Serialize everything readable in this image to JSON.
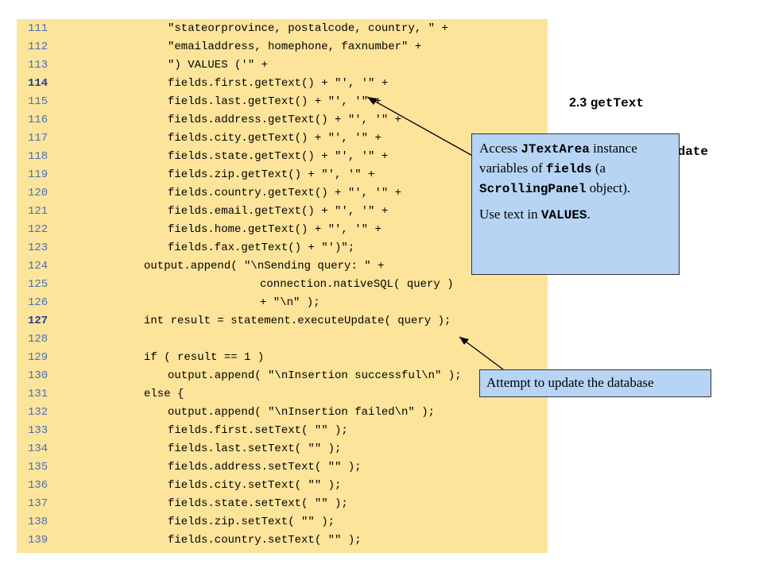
{
  "code_lines": [
    {
      "num": "111",
      "text": "\"stateorprovince, postalcode, country, \" +",
      "bold": false
    },
    {
      "num": "112",
      "text": "\"emailaddress, homephone, faxnumber\" +",
      "bold": false
    },
    {
      "num": "113",
      "text": "\") VALUES ('\" +",
      "bold": false
    },
    {
      "num": "114",
      "text": "fields.first.getText() + \"', '\" +",
      "bold": true
    },
    {
      "num": "115",
      "text": "fields.last.getText() + \"', '\" +",
      "bold": false
    },
    {
      "num": "116",
      "text": "fields.address.getText() + \"', '\" +",
      "bold": false
    },
    {
      "num": "117",
      "text": "fields.city.getText() + \"', '\" +",
      "bold": false
    },
    {
      "num": "118",
      "text": "fields.state.getText() + \"', '\" +",
      "bold": false
    },
    {
      "num": "119",
      "text": "fields.zip.getText() + \"', '\" +",
      "bold": false
    },
    {
      "num": "120",
      "text": "fields.country.getText() + \"', '\" +",
      "bold": false
    },
    {
      "num": "121",
      "text": "fields.email.getText() + \"', '\" +",
      "bold": false
    },
    {
      "num": "122",
      "text": "fields.home.getText() + \"', '\" +",
      "bold": false
    },
    {
      "num": "123",
      "text": "fields.fax.getText() + \"')\";",
      "bold": false
    },
    {
      "num": "124",
      "text": "output.append( \"\\nSending query: \" +",
      "bold": false
    },
    {
      "num": "125",
      "text": "connection.nativeSQL( query )",
      "bold": false
    },
    {
      "num": "126",
      "text": "+ \"\\n\" );",
      "bold": false
    },
    {
      "num": "127",
      "text": "int result = statement.executeUpdate( query );",
      "bold": true
    },
    {
      "num": "128",
      "text": "",
      "bold": false
    },
    {
      "num": "129",
      "text": "if ( result == 1 )",
      "bold": false
    },
    {
      "num": "130",
      "text": "output.append( \"\\nInsertion successful\\n\" );",
      "bold": false
    },
    {
      "num": "131",
      "text": "else {",
      "bold": false
    },
    {
      "num": "132",
      "text": "output.append( \"\\nInsertion failed\\n\" );",
      "bold": false
    },
    {
      "num": "133",
      "text": "fields.first.setText( \"\" );",
      "bold": false
    },
    {
      "num": "134",
      "text": "fields.last.setText( \"\" );",
      "bold": false
    },
    {
      "num": "135",
      "text": "fields.address.setText( \"\" );",
      "bold": false
    },
    {
      "num": "136",
      "text": "fields.city.setText( \"\" );",
      "bold": false
    },
    {
      "num": "137",
      "text": "fields.state.setText( \"\" );",
      "bold": false
    },
    {
      "num": "138",
      "text": "fields.zip.setText( \"\" );",
      "bold": false
    },
    {
      "num": "139",
      "text": "fields.country.setText( \"\" );",
      "bold": false
    }
  ],
  "side": {
    "label_number": "2.3",
    "label_code": "getText",
    "peek_text": "pdate"
  },
  "callout_access": {
    "p1_a": "Access ",
    "p1_b": "JTextArea",
    "p1_c": " instance variables of ",
    "p1_d": "fields",
    "p1_e": " (a ",
    "p1_f": "ScrollingPanel",
    "p1_g": " object).",
    "p2_a": "Use text in ",
    "p2_b": "VALUES",
    "p2_c": "."
  },
  "callout_update": {
    "text": "Attempt to update the database"
  },
  "colors": {
    "code_background": "#fde49b",
    "callout_background": "#b7d4f5",
    "line_number": "#4a6fb5"
  }
}
